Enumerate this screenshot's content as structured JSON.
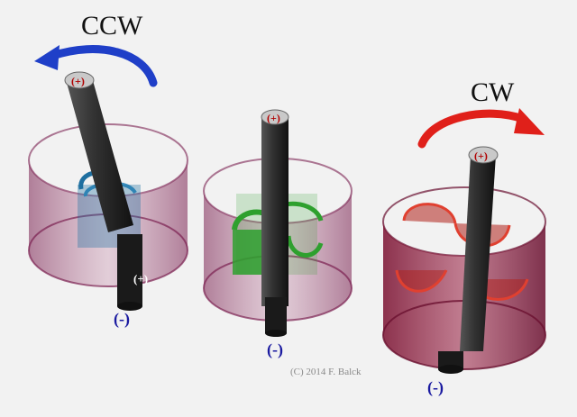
{
  "labels": {
    "ccw": "CCW",
    "cw": "CW",
    "plus": "(+)",
    "minus": "(-)",
    "copyright": "(C) 2014 F. Balck"
  },
  "colors": {
    "background": "#f2f2f2",
    "ccw_arrow": "#1f3fc8",
    "cw_arrow": "#e0201a",
    "cylinder": "#8a2a5a",
    "shaft": "#2a2a2a",
    "blade_left": "#1e6fa0",
    "blade_middle": "#2fa02f",
    "blade_right": "#b0201a"
  },
  "diagram": {
    "rotors": [
      {
        "id": "left",
        "blade_color": "blade_left",
        "rotation": "ccw"
      },
      {
        "id": "middle",
        "blade_color": "blade_middle",
        "rotation": "none"
      },
      {
        "id": "right",
        "blade_color": "blade_right",
        "rotation": "cw"
      }
    ]
  }
}
